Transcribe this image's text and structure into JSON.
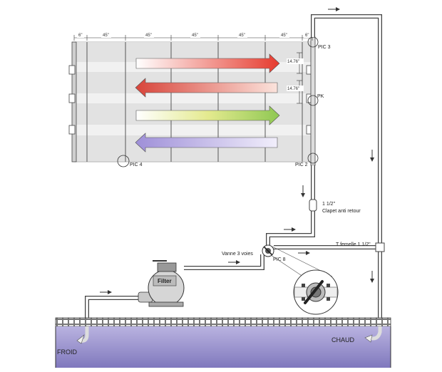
{
  "diagram": {
    "dimensions": {
      "margin_left": "6\"",
      "panel_widths": [
        "45\"",
        "45\"",
        "45\"",
        "45\"",
        "45\""
      ],
      "margin_right": "6\"",
      "row_height_top": "14.76\"",
      "row_height_bottom": "14.76\""
    },
    "labels": {
      "pic3": "PIC 3",
      "pic_k": "PK",
      "pic2": "PIC 2",
      "pic4": "PIC 4",
      "pic8": "PIC 8",
      "pipe_size": "1 1/2\"",
      "check_valve": "Clapet anti retour",
      "three_way_valve": "Vanne 3 voies",
      "tee": "T femelle 1 1/2\"",
      "filter": "Filter",
      "cold": "FROID",
      "hot": "CHAUD"
    },
    "colors": {
      "arrow_1": "#e8523c",
      "arrow_2": "#d9493a",
      "arrow_3": "#b9d65a",
      "arrow_4": "#a89ad8",
      "water": "#8e86c6",
      "pipe_stroke": "#444444"
    }
  }
}
